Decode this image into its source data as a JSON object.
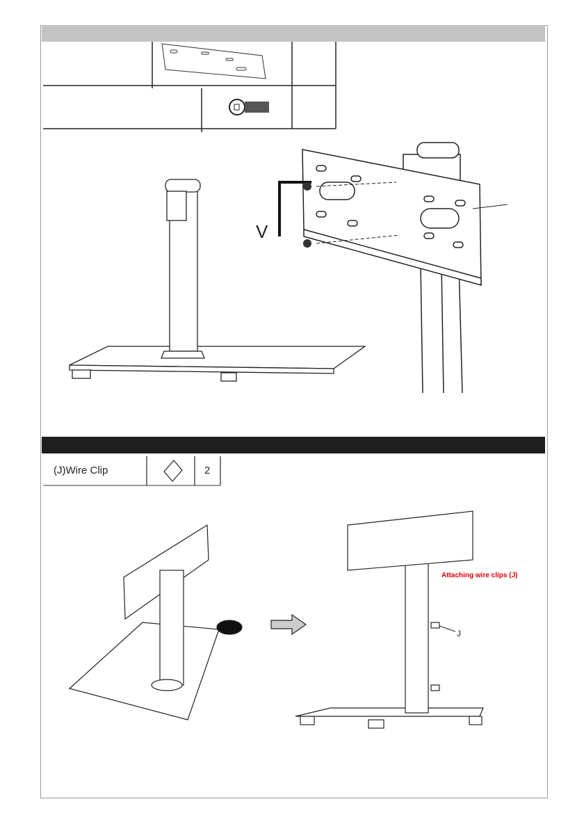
{
  "step1": {
    "hardware_table": [
      {
        "label": "",
        "qty": ""
      },
      {
        "label": "",
        "qty": ""
      }
    ],
    "tool_label": "V"
  },
  "step2": {
    "parts_table": {
      "label": "(J)Wire Clip",
      "qty": "2"
    },
    "annotation": "Attaching wire clips (J)",
    "callout": "J"
  }
}
